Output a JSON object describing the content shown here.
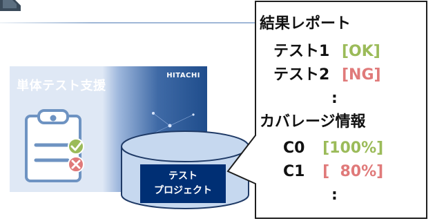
{
  "slide": {
    "product": {
      "title": "単体テスト支援",
      "brand": "HITACHI"
    },
    "database": {
      "label_line1": "テスト",
      "label_line2": "プロジェクト"
    },
    "results": {
      "header": "結果レポート",
      "items": [
        {
          "name": "テスト1",
          "status": "[OK]",
          "status_color": "#9bbb59"
        },
        {
          "name": "テスト2",
          "status": "[NG]",
          "status_color": "#e07a7a"
        }
      ],
      "ellipsis1": ":",
      "coverage_header": "カバレージ情報",
      "coverage": [
        {
          "name": "C0",
          "value": "[100%]",
          "value_color": "#9bbb59"
        },
        {
          "name": "C1",
          "value": "[  80%]",
          "value_color": "#e07a7a"
        }
      ],
      "ellipsis2": ":"
    },
    "colors": {
      "accent": "#002f74",
      "ok": "#9bbb59",
      "ng": "#e07a7a",
      "icon_blue": "#6e93c2"
    }
  }
}
